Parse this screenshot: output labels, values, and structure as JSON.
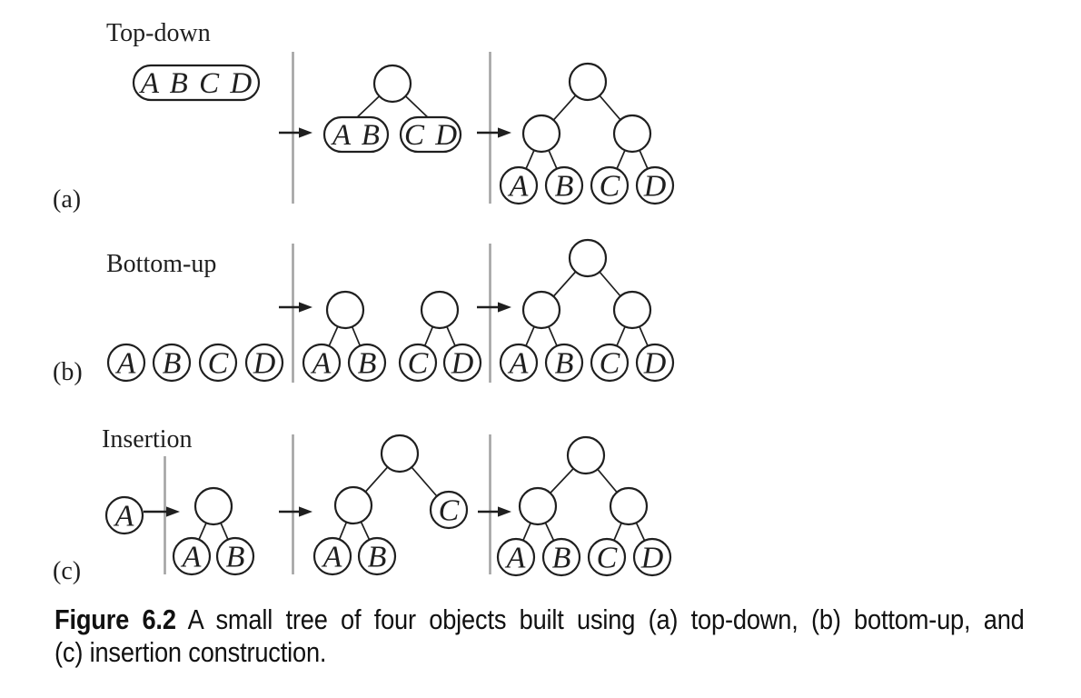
{
  "rows": {
    "a": {
      "label": "(a)",
      "title": "Top-down",
      "stage1": {
        "pill": "A B C D"
      },
      "stage2": {
        "left_pill": "A B",
        "right_pill": "C D"
      },
      "stage3": {
        "leaves": [
          "A",
          "B",
          "C",
          "D"
        ]
      }
    },
    "b": {
      "label": "(b)",
      "title": "Bottom-up",
      "stage1": {
        "nodes": [
          "A",
          "B",
          "C",
          "D"
        ]
      },
      "stage2": {
        "leaves": [
          "A",
          "B",
          "C",
          "D"
        ]
      },
      "stage3": {
        "leaves": [
          "A",
          "B",
          "C",
          "D"
        ]
      }
    },
    "c": {
      "label": "(c)",
      "title": "Insertion",
      "stage1": {
        "node": "A"
      },
      "stage2": {
        "leaves": [
          "A",
          "B"
        ]
      },
      "stage3": {
        "leaves": [
          "A",
          "B"
        ],
        "inserted": "C"
      },
      "stage4": {
        "leaves": [
          "A",
          "B",
          "C",
          "D"
        ]
      }
    }
  },
  "caption": {
    "tag": "Figure 6.2",
    "line1": "A small tree of four objects built using (a) top-down, (b) bottom-up, and",
    "line2": "(c) insertion construction."
  },
  "colors": {
    "ink": "#1f1f1f",
    "divider": "#a3a3a3"
  }
}
